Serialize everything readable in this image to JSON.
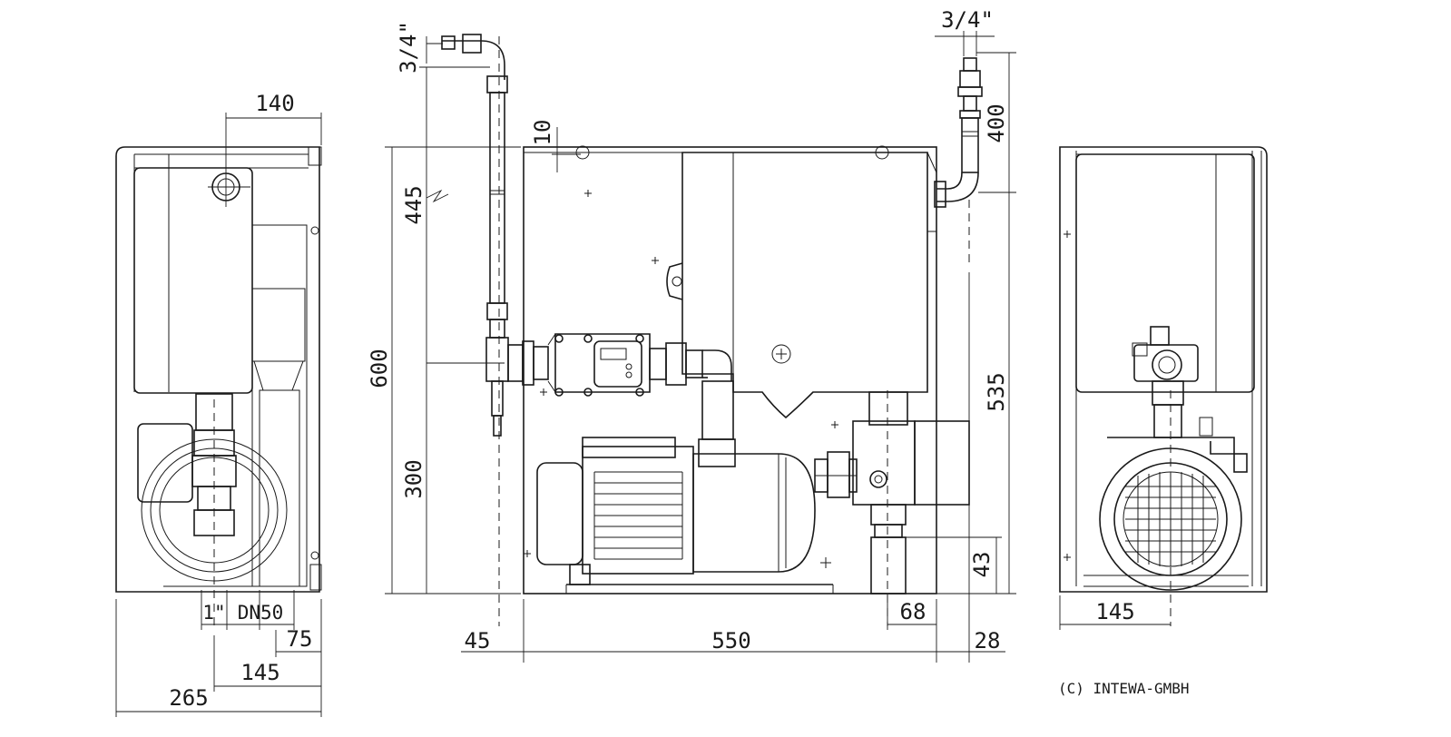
{
  "dimensions": {
    "left_view": {
      "width_140": "140",
      "pipe_1in": "1\"",
      "dn50": "DN50",
      "width_75": "75",
      "width_145": "145",
      "width_265": "265"
    },
    "front_view": {
      "thread_top_left": "3/4\"",
      "thread_top_right": "3/4\"",
      "height_10": "10",
      "height_445": "445",
      "height_600": "600",
      "height_300": "300",
      "height_400": "400",
      "height_535": "535",
      "height_43": "43",
      "width_68": "68",
      "width_45": "45",
      "width_550": "550",
      "width_28": "28"
    },
    "right_view": {
      "width_145": "145"
    }
  },
  "copyright": "(C) INTEWA-GMBH"
}
